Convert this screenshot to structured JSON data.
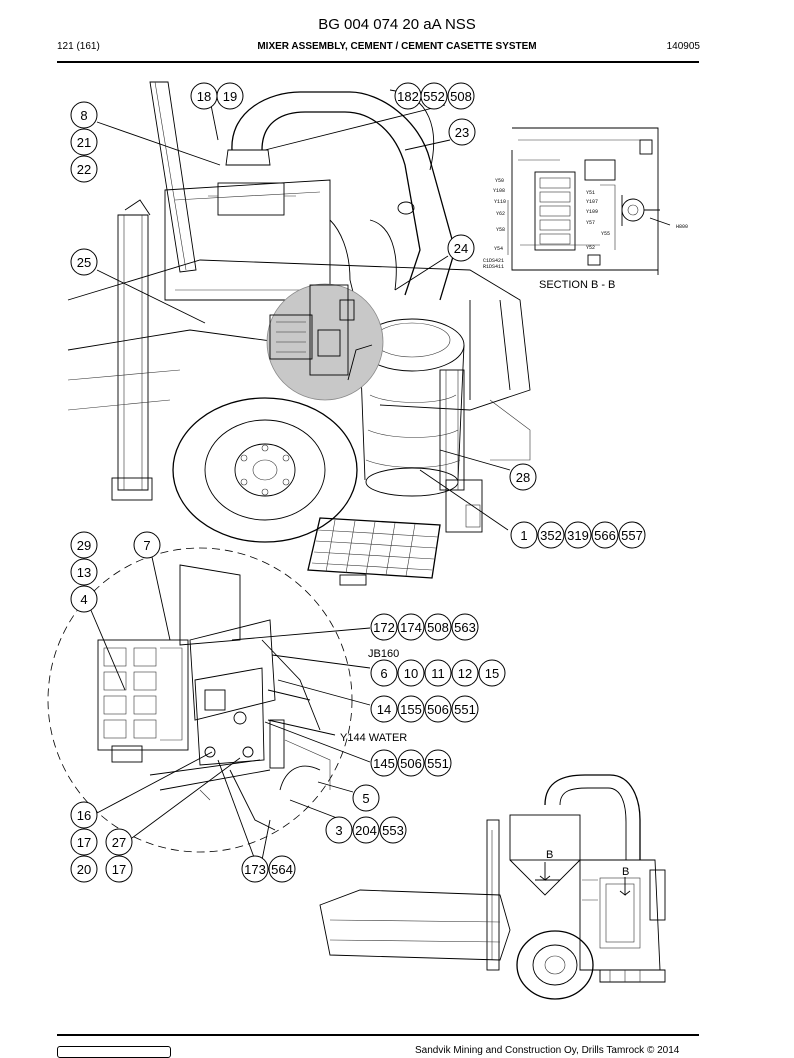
{
  "header": {
    "doc_title": "BG 004 074 20 aA NSS",
    "page_ref": "121 (161)",
    "section_title": "MIXER ASSEMBLY, CEMENT / CEMENT CASETTE SYSTEM",
    "date_code": "140905"
  },
  "callouts": {
    "b18": "18",
    "b19": "19",
    "b182": "182",
    "b552": "552",
    "b508a": "508",
    "b8": "8",
    "b21": "21",
    "b22": "22",
    "b23": "23",
    "b24": "24",
    "b25": "25",
    "b28": "28",
    "b1": "1",
    "b352": "352",
    "b319": "319",
    "b566": "566",
    "b557": "557",
    "b29": "29",
    "b7": "7",
    "b13": "13",
    "b4": "4",
    "b172": "172",
    "b174": "174",
    "b508b": "508",
    "b563": "563",
    "b6": "6",
    "b10": "10",
    "b11": "11",
    "b12": "12",
    "b15": "15",
    "b14": "14",
    "b155": "155",
    "b506a": "506",
    "b551a": "551",
    "b145": "145",
    "b506b": "506",
    "b551b": "551",
    "b5": "5",
    "b3": "3",
    "b204": "204",
    "b553": "553",
    "b16": "16",
    "b17a": "17",
    "b27": "27",
    "b20": "20",
    "b17b": "17",
    "b173": "173",
    "b564": "564"
  },
  "labels": {
    "jb160": "JB160",
    "y144": "Y144 WATER",
    "section": "SECTION B - B",
    "b_left": "B",
    "b_right": "B"
  },
  "section_labels": {
    "y50": "Y50",
    "y108": "Y108",
    "y110": "Y110",
    "y62": "Y62",
    "y58": "Y58",
    "y54": "Y54",
    "y51": "Y51",
    "y107": "Y107",
    "y109": "Y109",
    "y57": "Y57",
    "y55": "Y55",
    "y52": "Y52",
    "h800": "H800",
    "c1": "C1DS421",
    "c2": "R1DS411"
  },
  "footer": {
    "copyright": "Sandvik Mining and Construction Oy, Drills Tamrock © 2014"
  }
}
